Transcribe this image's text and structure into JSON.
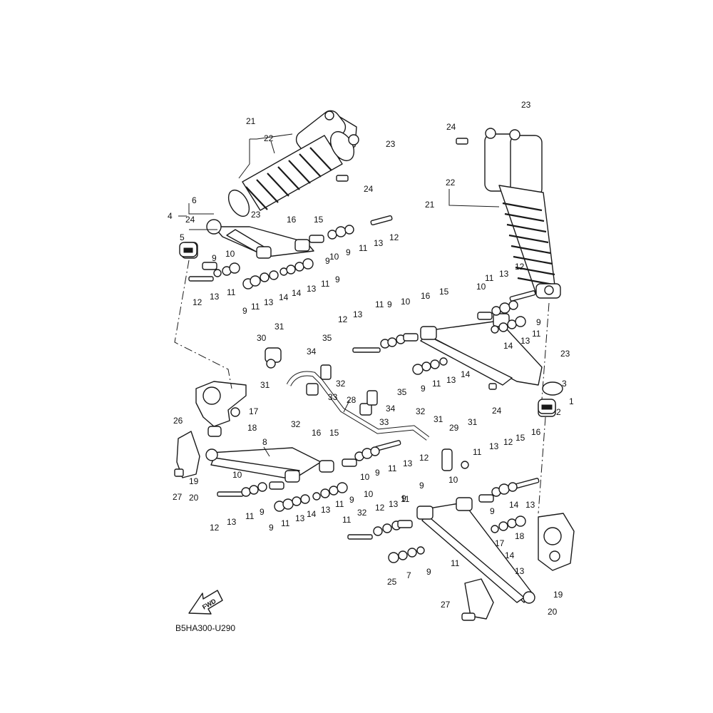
{
  "diagram": {
    "code": "B5HA300-U290",
    "fwd_label": "FWD",
    "labels": [
      {
        "id": "l21a",
        "text": "21"
      },
      {
        "id": "l22a",
        "text": "22"
      },
      {
        "id": "l23a",
        "text": "23"
      },
      {
        "id": "l24a",
        "text": "24"
      },
      {
        "id": "l6",
        "text": "6"
      },
      {
        "id": "l4",
        "text": "4"
      },
      {
        "id": "l24b",
        "text": "24"
      },
      {
        "id": "l23b",
        "text": "23"
      },
      {
        "id": "l16a",
        "text": "16"
      },
      {
        "id": "l15a",
        "text": "15"
      },
      {
        "id": "l12a",
        "text": "12"
      },
      {
        "id": "l5",
        "text": "5"
      },
      {
        "id": "l9a",
        "text": "9"
      },
      {
        "id": "l10a",
        "text": "10"
      },
      {
        "id": "l10b",
        "text": "10"
      },
      {
        "id": "l9b",
        "text": "9"
      },
      {
        "id": "l11a",
        "text": "11"
      },
      {
        "id": "l13a",
        "text": "13"
      },
      {
        "id": "l9c",
        "text": "9"
      },
      {
        "id": "l11b",
        "text": "11"
      },
      {
        "id": "l13b",
        "text": "13"
      },
      {
        "id": "l12b",
        "text": "12"
      },
      {
        "id": "l11c",
        "text": "11"
      },
      {
        "id": "l13c",
        "text": "13"
      },
      {
        "id": "l14a",
        "text": "14"
      },
      {
        "id": "l14b",
        "text": "14"
      },
      {
        "id": "l13d",
        "text": "13"
      },
      {
        "id": "l11d",
        "text": "11"
      },
      {
        "id": "l9d",
        "text": "9"
      },
      {
        "id": "l9e",
        "text": "9"
      },
      {
        "id": "l23c",
        "text": "23"
      },
      {
        "id": "l24c",
        "text": "24"
      },
      {
        "id": "l22b",
        "text": "22"
      },
      {
        "id": "l21b",
        "text": "21"
      },
      {
        "id": "l10c",
        "text": "10"
      },
      {
        "id": "l11e",
        "text": "11"
      },
      {
        "id": "l13e",
        "text": "13"
      },
      {
        "id": "l12c",
        "text": "12"
      },
      {
        "id": "l15b",
        "text": "15"
      },
      {
        "id": "l16b",
        "text": "16"
      },
      {
        "id": "l12d",
        "text": "12"
      },
      {
        "id": "l13f",
        "text": "13"
      },
      {
        "id": "l11f",
        "text": "11"
      },
      {
        "id": "l9f",
        "text": "9"
      },
      {
        "id": "l10d",
        "text": "10"
      },
      {
        "id": "l9g",
        "text": "9"
      },
      {
        "id": "l11g",
        "text": "11"
      },
      {
        "id": "l14c",
        "text": "14"
      },
      {
        "id": "l13g",
        "text": "13"
      },
      {
        "id": "l23d",
        "text": "23"
      },
      {
        "id": "l3",
        "text": "3"
      },
      {
        "id": "l1",
        "text": "1"
      },
      {
        "id": "l2",
        "text": "2"
      },
      {
        "id": "l24d",
        "text": "24"
      },
      {
        "id": "l9h",
        "text": "9"
      },
      {
        "id": "l11h",
        "text": "11"
      },
      {
        "id": "l13h",
        "text": "13"
      },
      {
        "id": "l14d",
        "text": "14"
      },
      {
        "id": "l30",
        "text": "30"
      },
      {
        "id": "l31a",
        "text": "31"
      },
      {
        "id": "l35a",
        "text": "35"
      },
      {
        "id": "l34a",
        "text": "34"
      },
      {
        "id": "l31b",
        "text": "31"
      },
      {
        "id": "l32a",
        "text": "32"
      },
      {
        "id": "l33a",
        "text": "33"
      },
      {
        "id": "l28",
        "text": "28"
      },
      {
        "id": "l35b",
        "text": "35"
      },
      {
        "id": "l34b",
        "text": "34"
      },
      {
        "id": "l33b",
        "text": "33"
      },
      {
        "id": "l17a",
        "text": "17"
      },
      {
        "id": "l18a",
        "text": "18"
      },
      {
        "id": "l26",
        "text": "26"
      },
      {
        "id": "l8",
        "text": "8"
      },
      {
        "id": "l32b",
        "text": "32"
      },
      {
        "id": "l16c",
        "text": "16"
      },
      {
        "id": "l15c",
        "text": "15"
      },
      {
        "id": "l32c",
        "text": "32"
      },
      {
        "id": "l31c",
        "text": "31"
      },
      {
        "id": "l29",
        "text": "29"
      },
      {
        "id": "l31d",
        "text": "31"
      },
      {
        "id": "l12e",
        "text": "12"
      },
      {
        "id": "l13i",
        "text": "13"
      },
      {
        "id": "l11i",
        "text": "11"
      },
      {
        "id": "l9i",
        "text": "9"
      },
      {
        "id": "l10e",
        "text": "10"
      },
      {
        "id": "l19a",
        "text": "19"
      },
      {
        "id": "l20a",
        "text": "20"
      },
      {
        "id": "l27a",
        "text": "27"
      },
      {
        "id": "l10f",
        "text": "10"
      },
      {
        "id": "l12f",
        "text": "12"
      },
      {
        "id": "l13j",
        "text": "13"
      },
      {
        "id": "l11j",
        "text": "11"
      },
      {
        "id": "l9j",
        "text": "9"
      },
      {
        "id": "l9k",
        "text": "9"
      },
      {
        "id": "l11k",
        "text": "11"
      },
      {
        "id": "l13k",
        "text": "13"
      },
      {
        "id": "l14e",
        "text": "14"
      },
      {
        "id": "l13l",
        "text": "13"
      },
      {
        "id": "l11l",
        "text": "11"
      },
      {
        "id": "l9l",
        "text": "9"
      },
      {
        "id": "l10g",
        "text": "10"
      },
      {
        "id": "l9m",
        "text": "9"
      },
      {
        "id": "l11m",
        "text": "11"
      },
      {
        "id": "l13m",
        "text": "13"
      },
      {
        "id": "l12g",
        "text": "12"
      },
      {
        "id": "l15d",
        "text": "15"
      },
      {
        "id": "l16d",
        "text": "16"
      },
      {
        "id": "l10h",
        "text": "10"
      },
      {
        "id": "l9n",
        "text": "9"
      },
      {
        "id": "l11n",
        "text": "11"
      },
      {
        "id": "l13n",
        "text": "13"
      },
      {
        "id": "l12h",
        "text": "12"
      },
      {
        "id": "l32d",
        "text": "32"
      },
      {
        "id": "l11o",
        "text": "11"
      },
      {
        "id": "l9o",
        "text": "9"
      },
      {
        "id": "l14f",
        "text": "14"
      },
      {
        "id": "l13o",
        "text": "13"
      },
      {
        "id": "l17b",
        "text": "17"
      },
      {
        "id": "l18b",
        "text": "18"
      },
      {
        "id": "l14g",
        "text": "14"
      },
      {
        "id": "l13p",
        "text": "13"
      },
      {
        "id": "l11p",
        "text": "11"
      },
      {
        "id": "l9p",
        "text": "9"
      },
      {
        "id": "l7",
        "text": "7"
      },
      {
        "id": "l25",
        "text": "25"
      },
      {
        "id": "l19b",
        "text": "19"
      },
      {
        "id": "l27b",
        "text": "27"
      },
      {
        "id": "l20b",
        "text": "20"
      }
    ]
  }
}
